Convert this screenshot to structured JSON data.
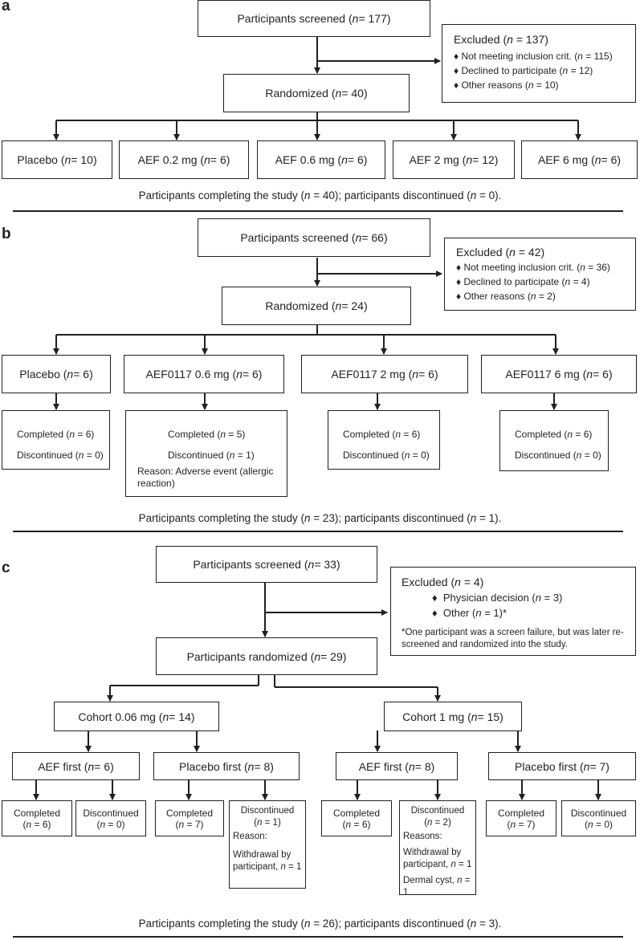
{
  "panel_a": {
    "letter": "a",
    "screened": "Participants screened (n = 177)",
    "excluded_title": "Excluded (n = 137)",
    "excluded_items": [
      "Not meeting inclusion crit. (n = 115)",
      "Declined to participate (n = 12)",
      "Other reasons (n = 10)"
    ],
    "randomized": "Randomized (n = 40)",
    "arms": [
      "Placebo (n = 10)",
      "AEF 0.2 mg (n = 6)",
      "AEF 0.6 mg (n = 6)",
      "AEF 2 mg (n = 12)",
      "AEF 6 mg (n = 6)"
    ],
    "summary": "Participants completing the study (n = 40); participants discontinued (n = 0)."
  },
  "panel_b": {
    "letter": "b",
    "screened": "Participants screened (n = 66)",
    "excluded_title": "Excluded (n = 42)",
    "excluded_items": [
      "Not meeting inclusion crit. (n = 36)",
      "Declined to participate (n = 4)",
      "Other reasons (n = 2)"
    ],
    "randomized": "Randomized (n = 24)",
    "arms": [
      "Placebo (n = 6)",
      "AEF0117 0.6 mg (n = 6)",
      "AEF0117 2 mg (n = 6)",
      "AEF0117 6 mg (n = 6)"
    ],
    "outcomes": [
      {
        "completed": "Completed (n = 6)",
        "discontinued": "Discontinued (n = 0)",
        "reason": ""
      },
      {
        "completed": "Completed (n = 5)",
        "discontinued": "Discontinued (n = 1)",
        "reason": "Reason: Adverse event (allergic reaction)"
      },
      {
        "completed": "Completed (n = 6)",
        "discontinued": "Discontinued (n = 0)",
        "reason": ""
      },
      {
        "completed": "Completed (n = 6)",
        "discontinued": "Discontinued (n = 0)",
        "reason": ""
      }
    ],
    "summary": "Participants completing the study (n = 23); participants discontinued (n = 1)."
  },
  "panel_c": {
    "letter": "c",
    "screened": "Participants screened (n = 33)",
    "excluded_title": "Excluded (n = 4)",
    "excluded_items": [
      "Physician decision (n = 3)",
      "Other (n = 1)*"
    ],
    "excluded_note": "*One participant was a screen failure, but was later re-screened and randomized into the study.",
    "randomized": "Participants randomized (n = 29)",
    "cohorts": [
      "Cohort 0.06 mg (n = 14)",
      "Cohort 1 mg (n = 15)"
    ],
    "subgroups": [
      "AEF first (n = 6)",
      "Placebo first (n = 8)",
      "AEF first (n = 8)",
      "Placebo first (n = 7)"
    ],
    "leaf": {
      "c1_completed": "Completed",
      "c1_completed_n": "(n = 6)",
      "c1_disc": "Discontinued",
      "c1_disc_n": "(n = 0)",
      "c2_completed": "Completed",
      "c2_completed_n": "(n = 7)",
      "c2_disc": "Discontinued",
      "c2_disc_n": "(n = 1)",
      "c2_reason_label": "Reason:",
      "c2_reason": "Withdrawal by participant, n = 1",
      "c3_completed": "Completed",
      "c3_completed_n": "(n = 6)",
      "c3_disc": "Discontinued",
      "c3_disc_n": "(n = 2)",
      "c3_reason_label": "Reasons:",
      "c3_reason1": "Withdrawal by participant, n = 1",
      "c3_reason2": "Dermal cyst, n = 1",
      "c4_completed": "Completed",
      "c4_completed_n": "(n = 7)",
      "c4_disc": "Discontinued",
      "c4_disc_n": "(n = 0)"
    },
    "summary": "Participants completing the study (n = 26); participants discontinued (n = 3)."
  },
  "colors": {
    "ink": "#231f20"
  }
}
